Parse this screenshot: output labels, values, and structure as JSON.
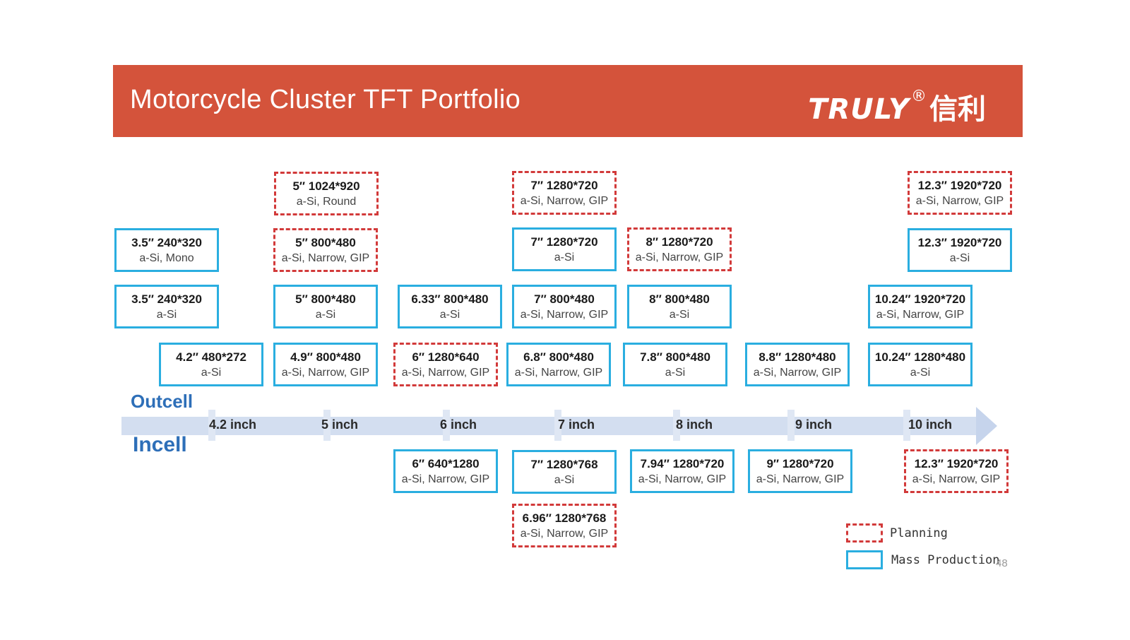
{
  "header": {
    "title": "Motorcycle Cluster TFT Portfolio",
    "brand_name": "TRULY",
    "brand_reg": "®",
    "brand_cn": "信利",
    "color": "#d4533b"
  },
  "sections": {
    "outcell": "Outcell",
    "incell": "Incell"
  },
  "axis_labels": [
    "4.2 inch",
    "5 inch",
    "6 inch",
    "7 inch",
    "8 inch",
    "9 inch",
    "10 inch"
  ],
  "panels": [
    {
      "id": "p01",
      "size": "3.5″ 240*320",
      "spec": "a-Si, Mono",
      "status": "mass"
    },
    {
      "id": "p02",
      "size": "3.5″ 240*320",
      "spec": "a-Si",
      "status": "mass"
    },
    {
      "id": "p03",
      "size": "4.2″ 480*272",
      "spec": "a-Si",
      "status": "mass"
    },
    {
      "id": "p04",
      "size": "5″ 1024*920",
      "spec": "a-Si, Round",
      "status": "planning"
    },
    {
      "id": "p05",
      "size": "5″ 800*480",
      "spec": "a-Si, Narrow, GIP",
      "status": "planning"
    },
    {
      "id": "p06",
      "size": "5″ 800*480",
      "spec": "a-Si",
      "status": "mass"
    },
    {
      "id": "p07",
      "size": "4.9″ 800*480",
      "spec": "a-Si, Narrow, GIP",
      "status": "mass"
    },
    {
      "id": "p08",
      "size": "6.33″ 800*480",
      "spec": "a-Si",
      "status": "mass"
    },
    {
      "id": "p09",
      "size": "6″ 1280*640",
      "spec": "a-Si, Narrow, GIP",
      "status": "planning"
    },
    {
      "id": "p10",
      "size": "7″ 1280*720",
      "spec": "a-Si, Narrow, GIP",
      "status": "planning"
    },
    {
      "id": "p11",
      "size": "7″ 1280*720",
      "spec": "a-Si",
      "status": "mass"
    },
    {
      "id": "p12",
      "size": "7″ 800*480",
      "spec": "a-Si, Narrow, GIP",
      "status": "mass"
    },
    {
      "id": "p13",
      "size": "6.8″ 800*480",
      "spec": "a-Si, Narrow, GIP",
      "status": "mass"
    },
    {
      "id": "p14",
      "size": "8″ 1280*720",
      "spec": "a-Si, Narrow, GIP",
      "status": "planning"
    },
    {
      "id": "p15",
      "size": "8″ 800*480",
      "spec": "a-Si",
      "status": "mass"
    },
    {
      "id": "p16",
      "size": "7.8″ 800*480",
      "spec": "a-Si",
      "status": "mass"
    },
    {
      "id": "p17",
      "size": "8.8″ 1280*480",
      "spec": "a-Si, Narrow, GIP",
      "status": "mass"
    },
    {
      "id": "p18",
      "size": "12.3″ 1920*720",
      "spec": "a-Si, Narrow, GIP",
      "status": "planning"
    },
    {
      "id": "p19",
      "size": "12.3″ 1920*720",
      "spec": "a-Si",
      "status": "mass"
    },
    {
      "id": "p20",
      "size": "10.24″ 1920*720",
      "spec": "a-Si, Narrow, GIP",
      "status": "mass"
    },
    {
      "id": "p21",
      "size": "10.24″ 1280*480",
      "spec": "a-Si",
      "status": "mass"
    },
    {
      "id": "p22",
      "size": "6″ 640*1280",
      "spec": "a-Si, Narrow, GIP",
      "status": "mass"
    },
    {
      "id": "p23",
      "size": "7″ 1280*768",
      "spec": "a-Si",
      "status": "mass"
    },
    {
      "id": "p24",
      "size": "6.96″ 1280*768",
      "spec": "a-Si, Narrow, GIP",
      "status": "planning"
    },
    {
      "id": "p25",
      "size": "7.94″ 1280*720",
      "spec": "a-Si, Narrow, GIP",
      "status": "mass"
    },
    {
      "id": "p26",
      "size": "9″ 1280*720",
      "spec": "a-Si, Narrow, GIP",
      "status": "mass"
    },
    {
      "id": "p27",
      "size": "12.3″ 1920*720",
      "spec": "a-Si, Narrow, GIP",
      "status": "planning"
    }
  ],
  "legend": {
    "planning": "Planning",
    "mass": "Mass Production"
  },
  "colors": {
    "planning": "#d23a3a",
    "mass": "#2aaee0",
    "section_label": "#2e6fb8"
  },
  "page_number": "48"
}
